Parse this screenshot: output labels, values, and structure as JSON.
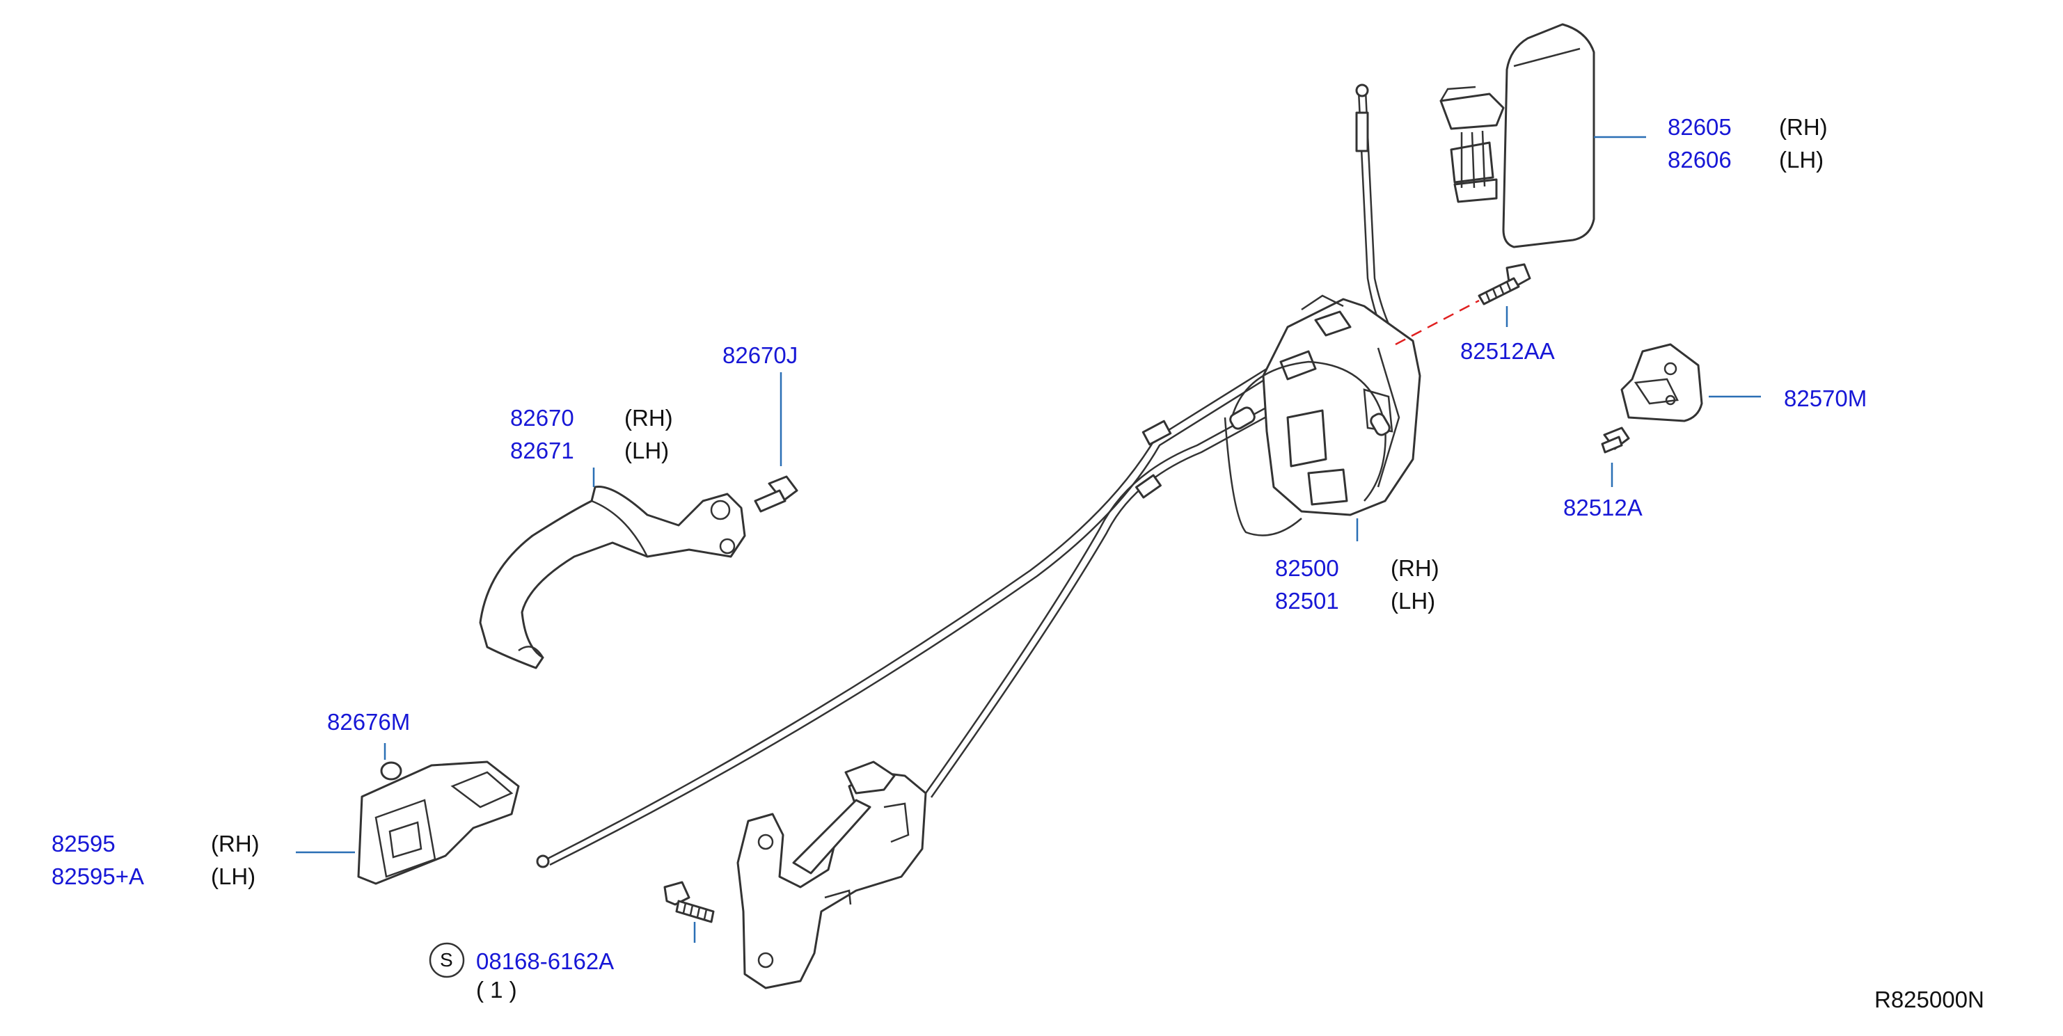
{
  "colors": {
    "part_number": "#1717d6",
    "text": "#111111",
    "leader": "#2a6fb5",
    "dashed_guide": "#e02020",
    "line_art": "#333333",
    "background": "#ffffff"
  },
  "labels": {
    "outside_handle": {
      "rh_number": "82605",
      "rh_side": "(RH)",
      "lh_number": "82606",
      "lh_side": "(LH)"
    },
    "screw_82512AA": "82512AA",
    "striker": "82570M",
    "screw_82512A": "82512A",
    "door_lock": {
      "rh_number": "82500",
      "rh_side": "(RH)",
      "lh_number": "82501",
      "lh_side": "(LH)"
    },
    "screw_82670J": "82670J",
    "inside_handle": {
      "rh_number": "82670",
      "rh_side": "(RH)",
      "lh_number": "82671",
      "lh_side": "(LH)"
    },
    "clip_82676M": "82676M",
    "inside_handle_escutcheon": {
      "rh_number": "82595",
      "rh_side": "(RH)",
      "lh_number": "82595+A",
      "lh_side": "(LH)"
    },
    "bolt": {
      "symbol": "S",
      "number": "08168-6162A",
      "qty": "( 1 )"
    },
    "diagram_code": "R825000N"
  },
  "icons": [
    "outside-handle",
    "door-lock-actuator",
    "screw",
    "striker",
    "inside-handle",
    "escutcheon",
    "clip",
    "bolt",
    "remote-control-bracket",
    "cable"
  ]
}
